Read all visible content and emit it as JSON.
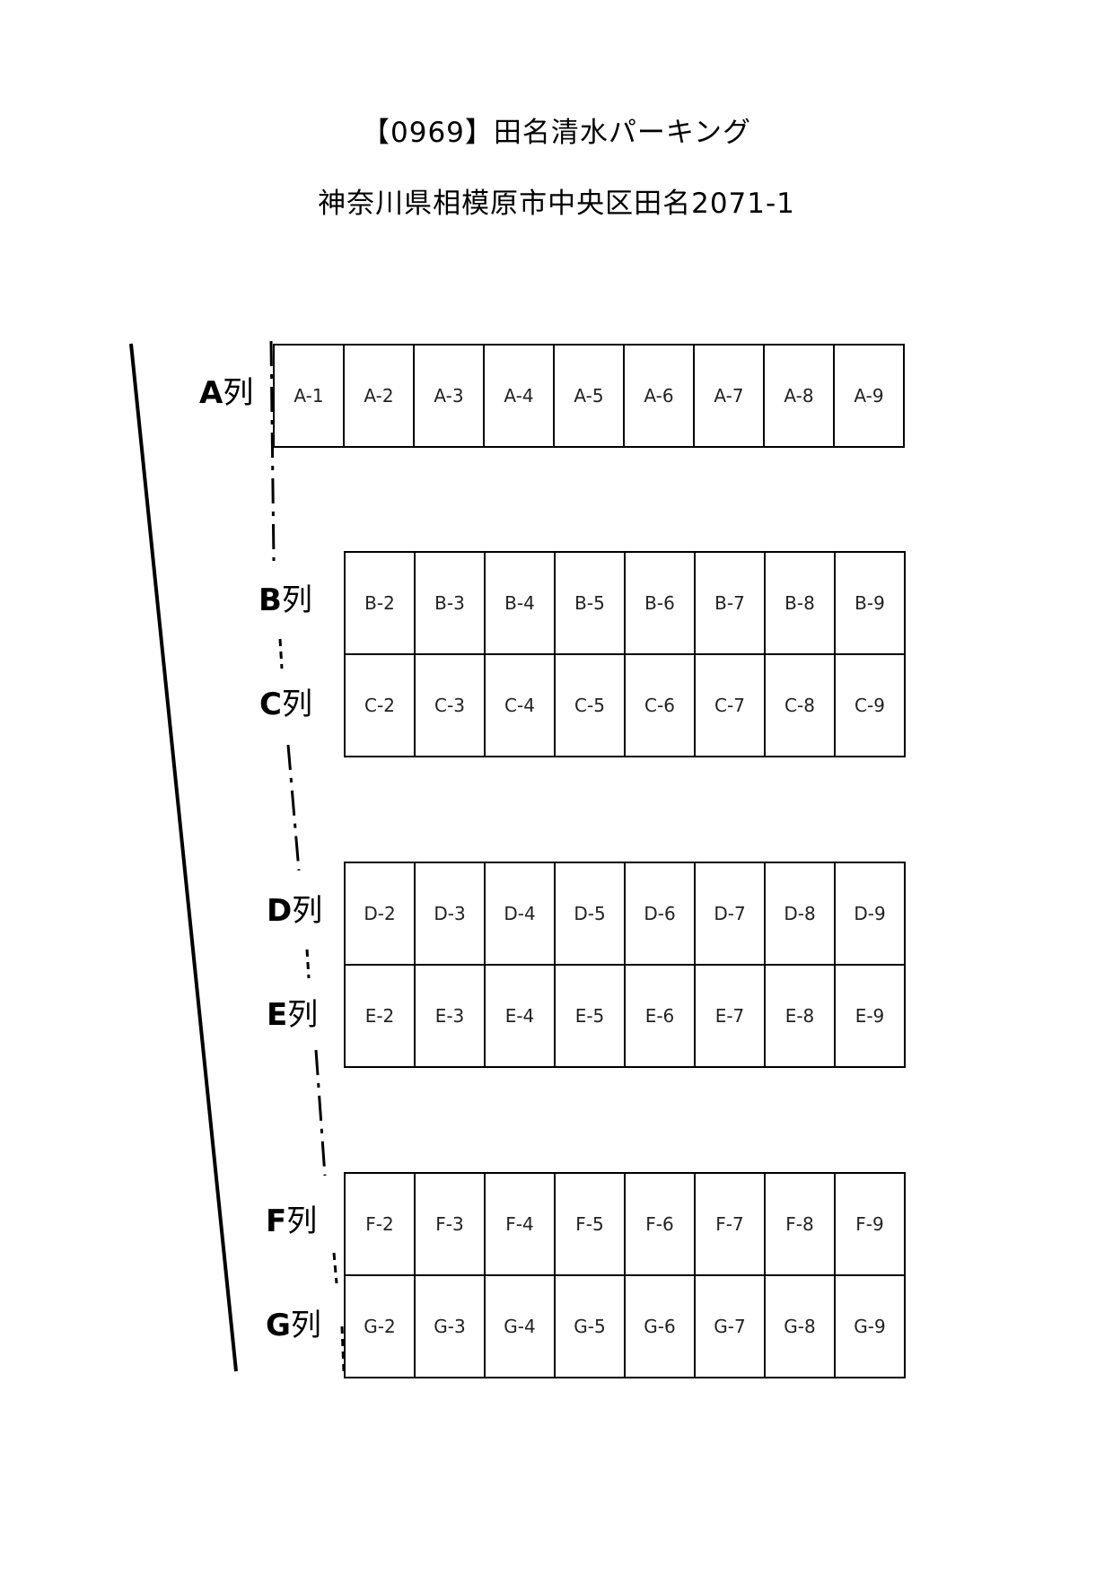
{
  "header": {
    "title": "【0969】田名清水パーキング",
    "address": "神奈川県相模原市中央区田名2071-1"
  },
  "suffix": "列",
  "rows": [
    {
      "letter": "A",
      "spaces": [
        "A-1",
        "A-2",
        "A-3",
        "A-4",
        "A-5",
        "A-6",
        "A-7",
        "A-8",
        "A-9"
      ]
    },
    {
      "letter": "B",
      "spaces": [
        "B-2",
        "B-3",
        "B-4",
        "B-5",
        "B-6",
        "B-7",
        "B-8",
        "B-9"
      ]
    },
    {
      "letter": "C",
      "spaces": [
        "C-2",
        "C-3",
        "C-4",
        "C-5",
        "C-6",
        "C-7",
        "C-8",
        "C-9"
      ]
    },
    {
      "letter": "D",
      "spaces": [
        "D-2",
        "D-3",
        "D-4",
        "D-5",
        "D-6",
        "D-7",
        "D-8",
        "D-9"
      ]
    },
    {
      "letter": "E",
      "spaces": [
        "E-2",
        "E-3",
        "E-4",
        "E-5",
        "E-6",
        "E-7",
        "E-8",
        "E-9"
      ]
    },
    {
      "letter": "F",
      "spaces": [
        "F-2",
        "F-3",
        "F-4",
        "F-5",
        "F-6",
        "F-7",
        "F-8",
        "F-9"
      ]
    },
    {
      "letter": "G",
      "spaces": [
        "G-2",
        "G-3",
        "G-4",
        "G-5",
        "G-6",
        "G-7",
        "G-8",
        "G-9"
      ]
    }
  ]
}
